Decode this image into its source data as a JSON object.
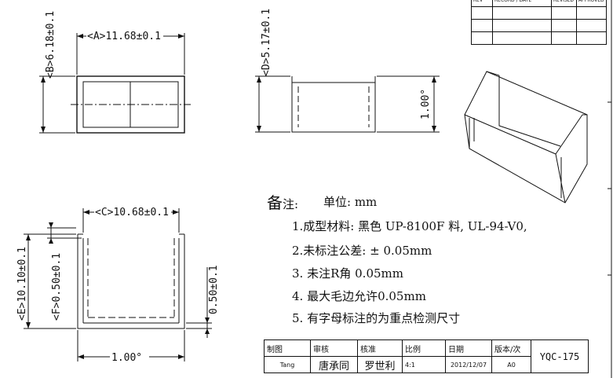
{
  "revision_table": {
    "headers": [
      "REV",
      "RECORD / DATE",
      "REVISED",
      "APPROVED"
    ],
    "rows": [
      [
        "",
        "",
        "",
        ""
      ],
      [
        "",
        "",
        "",
        ""
      ],
      [
        "",
        "",
        "",
        ""
      ]
    ]
  },
  "dimensions": {
    "A": "<A>11.68±0.1",
    "B": "<B>6.18±0.1",
    "C": "<C>10.68±0.1",
    "D": "<D>5.17±0.1",
    "E": "<E>10.10±0.1",
    "F": "<F>0.50±0.1",
    "wall": "0.50±0.1",
    "angle_side": "1.00°",
    "angle_bottom": "1.00°"
  },
  "notes": {
    "head_char": "备",
    "head_rest": "注:",
    "unit": "单位: mm",
    "items": [
      "1.成型材料: 黑色 UP-8100F 料, UL-94-V0,",
      "2.未标注公差: ± 0.05mm",
      "3. 未注R角 0.05mm",
      "4. 最大毛边允许0.05mm",
      "5. 有字母标注的为重点检测尺寸"
    ]
  },
  "title_block": {
    "labels": [
      "制图",
      "审核",
      "核准",
      "比例",
      "日期",
      "版本/次"
    ],
    "values": [
      "Tang",
      "唐承同",
      "罗世利",
      "4:1",
      "2012/12/07",
      "A0"
    ],
    "part_number": "YQC-175"
  }
}
